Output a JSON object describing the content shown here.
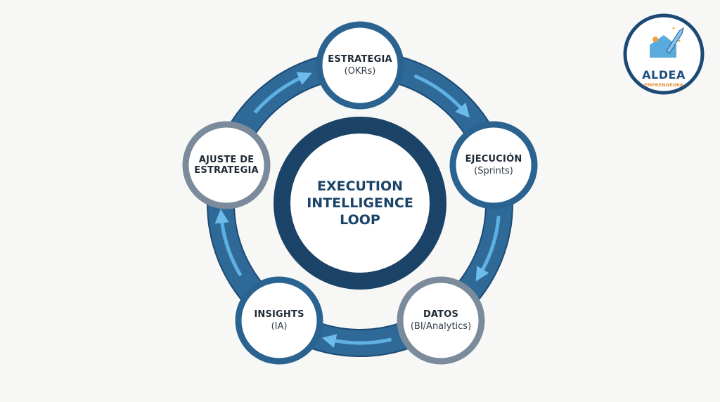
{
  "title": "EXECUTION INTELLIGENCE LOOP",
  "center_lines": [
    "EXECUTION",
    "INTELLIGENCE",
    "LOOP"
  ],
  "nodes": [
    {
      "title": "ESTRATEGIA",
      "subtitle": "(OKRs)",
      "border": "#2a6390"
    },
    {
      "title": "EJECUCIÓN",
      "subtitle": "(Sprints)",
      "border": "#2a6390"
    },
    {
      "title": "DATOS",
      "subtitle": "(BI/Analytics)",
      "border": "#7b8b9c"
    },
    {
      "title": "INSIGHTS",
      "subtitle": "(IA)",
      "border": "#2a6390"
    },
    {
      "title": "AJUSTE DE ESTRATEGIA",
      "subtitle": "",
      "border": "#7b8b9c"
    }
  ],
  "logo": {
    "name": "ALDEA",
    "tagline": "EMPRENDEORA"
  },
  "colors": {
    "ring": "#2f6997",
    "center_ring": "#1b4368",
    "arrow": "#5fb0e3",
    "logo_ring": "#1c4a75"
  }
}
